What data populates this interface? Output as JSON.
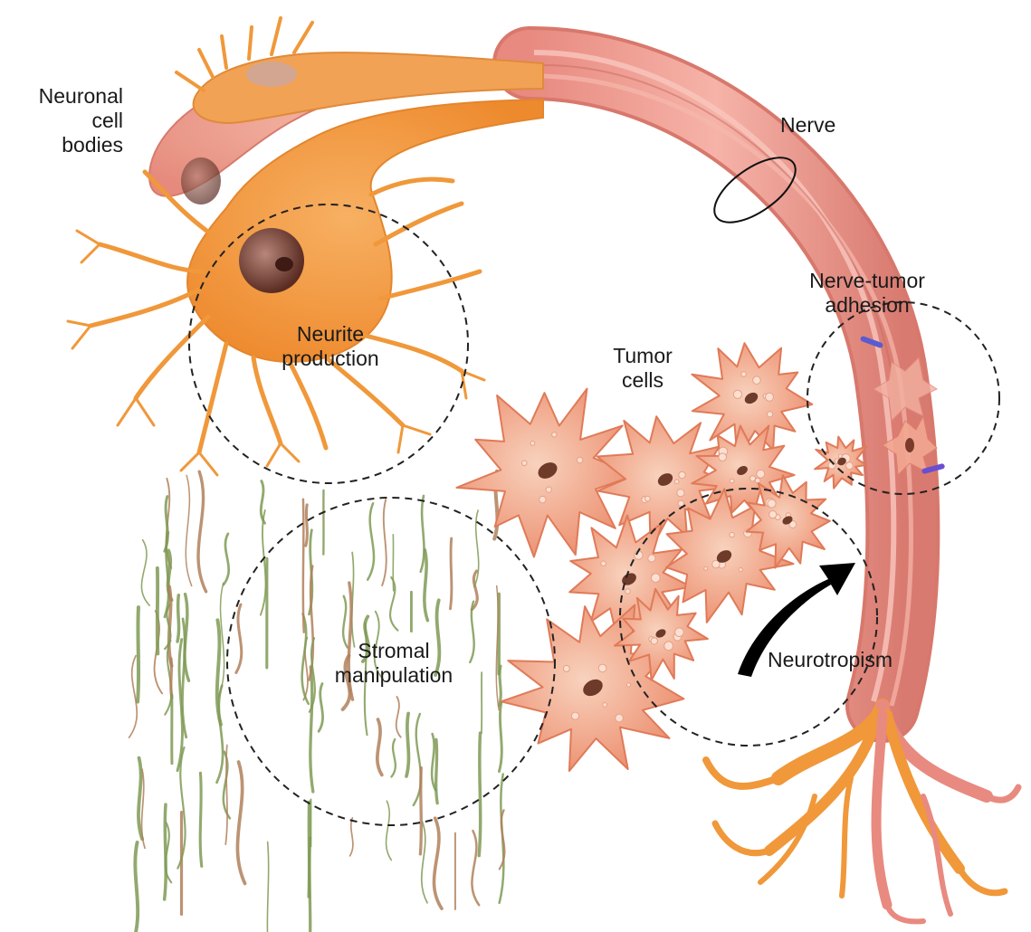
{
  "labels": {
    "neuronal_cell_bodies": [
      "Neuronal",
      "cell",
      "bodies"
    ],
    "nerve": "Nerve",
    "nerve_tumor_adhesion": [
      "Nerve-tumor",
      "adhesion"
    ],
    "neurite_production": [
      "Neurite",
      "production"
    ],
    "tumor_cells": [
      "Tumor",
      "cells"
    ],
    "stromal_manipulation": [
      "Stromal",
      "manipulation"
    ],
    "neurotropism": "Neurotropism"
  },
  "colors": {
    "neuron_orange": "#f39a3c",
    "neuron_pink": "#ec9a8e",
    "nerve_pink": "#e99489",
    "tumor_salmon": "#ee9a78",
    "tumor_light": "#f6c2a6",
    "fiber_green": "#7f9a55",
    "fiber_brown": "#b0805a",
    "dashed_circle": "#222222"
  }
}
